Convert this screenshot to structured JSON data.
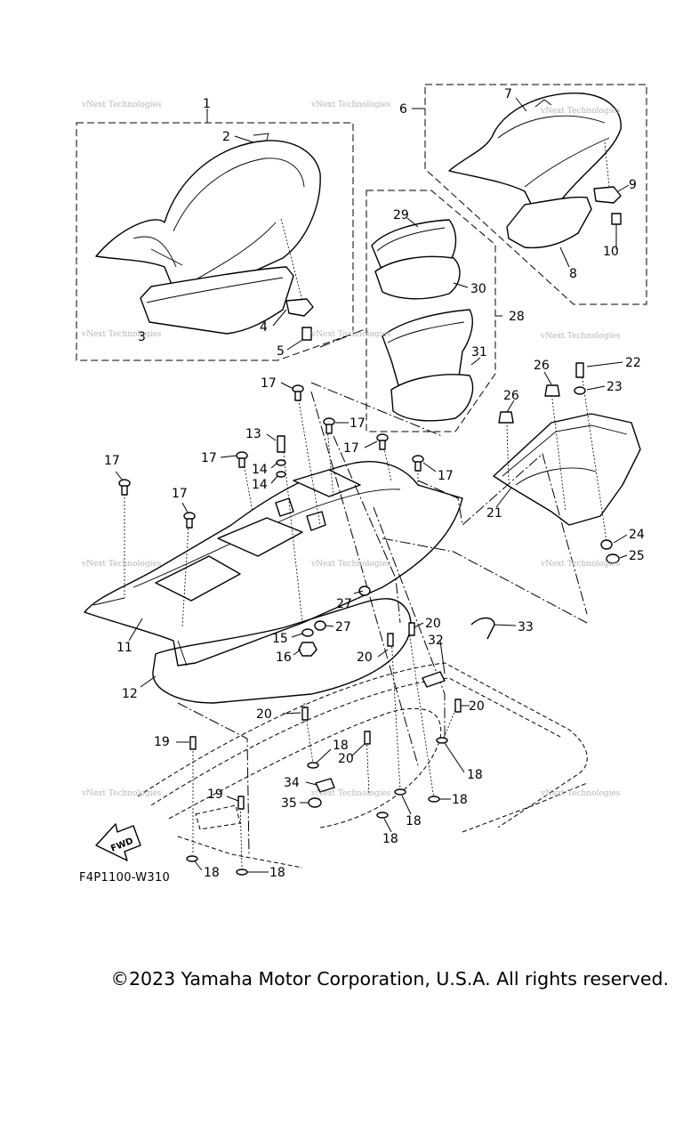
{
  "diagram": {
    "code": "F4P1100-W310",
    "fwd_label": "FWD",
    "watermark": "vNext Technologies",
    "callouts": [
      {
        "id": "c1",
        "label": "1"
      },
      {
        "id": "c2",
        "label": "2"
      },
      {
        "id": "c3",
        "label": "3"
      },
      {
        "id": "c4",
        "label": "4"
      },
      {
        "id": "c5",
        "label": "5"
      },
      {
        "id": "c6",
        "label": "6"
      },
      {
        "id": "c7",
        "label": "7"
      },
      {
        "id": "c8",
        "label": "8"
      },
      {
        "id": "c9",
        "label": "9"
      },
      {
        "id": "c10",
        "label": "10"
      },
      {
        "id": "c11",
        "label": "11"
      },
      {
        "id": "c12",
        "label": "12"
      },
      {
        "id": "c13",
        "label": "13"
      },
      {
        "id": "c14a",
        "label": "14"
      },
      {
        "id": "c14b",
        "label": "14"
      },
      {
        "id": "c15",
        "label": "15"
      },
      {
        "id": "c16",
        "label": "16"
      },
      {
        "id": "c17a",
        "label": "17"
      },
      {
        "id": "c17b",
        "label": "17"
      },
      {
        "id": "c17c",
        "label": "17"
      },
      {
        "id": "c17d",
        "label": "17"
      },
      {
        "id": "c17e",
        "label": "17"
      },
      {
        "id": "c17f",
        "label": "17"
      },
      {
        "id": "c17g",
        "label": "17"
      },
      {
        "id": "c18a",
        "label": "18"
      },
      {
        "id": "c18b",
        "label": "18"
      },
      {
        "id": "c18c",
        "label": "18"
      },
      {
        "id": "c18d",
        "label": "18"
      },
      {
        "id": "c18e",
        "label": "18"
      },
      {
        "id": "c18f",
        "label": "18"
      },
      {
        "id": "c18g",
        "label": "18"
      },
      {
        "id": "c19a",
        "label": "19"
      },
      {
        "id": "c19b",
        "label": "19"
      },
      {
        "id": "c20a",
        "label": "20"
      },
      {
        "id": "c20b",
        "label": "20"
      },
      {
        "id": "c20c",
        "label": "20"
      },
      {
        "id": "c20d",
        "label": "20"
      },
      {
        "id": "c20e",
        "label": "20"
      },
      {
        "id": "c21",
        "label": "21"
      },
      {
        "id": "c22",
        "label": "22"
      },
      {
        "id": "c23",
        "label": "23"
      },
      {
        "id": "c24",
        "label": "24"
      },
      {
        "id": "c25",
        "label": "25"
      },
      {
        "id": "c26a",
        "label": "26"
      },
      {
        "id": "c26b",
        "label": "26"
      },
      {
        "id": "c27a",
        "label": "27"
      },
      {
        "id": "c27b",
        "label": "27"
      },
      {
        "id": "c28",
        "label": "28"
      },
      {
        "id": "c29",
        "label": "29"
      },
      {
        "id": "c30",
        "label": "30"
      },
      {
        "id": "c31",
        "label": "31"
      },
      {
        "id": "c32",
        "label": "32"
      },
      {
        "id": "c33",
        "label": "33"
      },
      {
        "id": "c34",
        "label": "34"
      },
      {
        "id": "c35",
        "label": "35"
      }
    ]
  },
  "footer": {
    "copyright": "©2023 Yamaha Motor Corporation, U.S.A. All rights reserved."
  }
}
